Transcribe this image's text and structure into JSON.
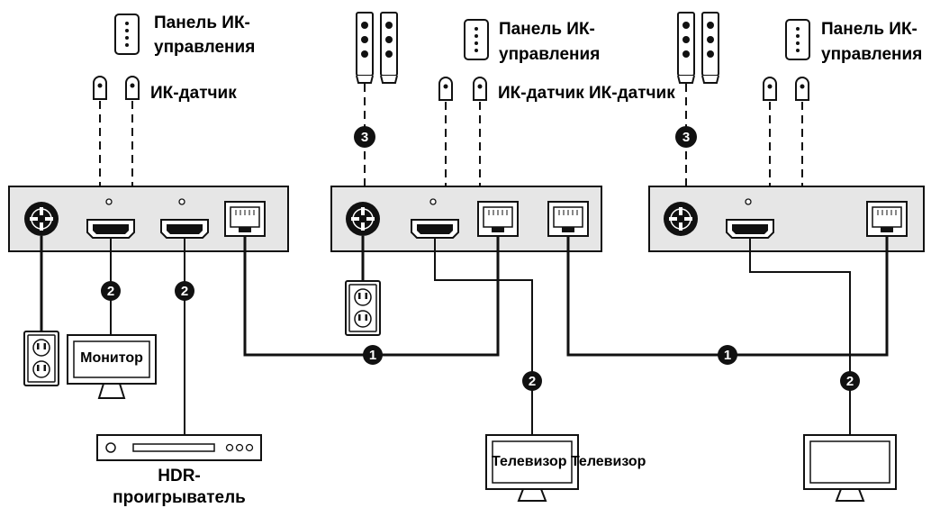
{
  "labels": {
    "ir_panel_1": [
      "Панель ИК-",
      "управления"
    ],
    "ir_panel_2": [
      "Панель ИК-",
      "управления"
    ],
    "ir_panel_3": [
      "Панель ИК-",
      "управления"
    ],
    "ir_sensor_1": "ИК-датчик",
    "ir_sensor_2": "ИК-датчик ИК-датчик",
    "monitor": "Монитор",
    "hdr_player": [
      "HDR-",
      "проигрыватель"
    ],
    "tv": "Телевизор Телевизор"
  },
  "badges": {
    "lan_cable_1": "1",
    "lan_cable_2": "1",
    "hdmi_monitor": "2",
    "hdmi_player": "2",
    "hdmi_tv": "2",
    "hdmi_display": "2",
    "ir_blaster_1": "3",
    "ir_blaster_2": "3"
  },
  "colors": {
    "ink": "#111111",
    "box_fill": "#e6e6e6",
    "screen_fill": "#ffffff"
  }
}
